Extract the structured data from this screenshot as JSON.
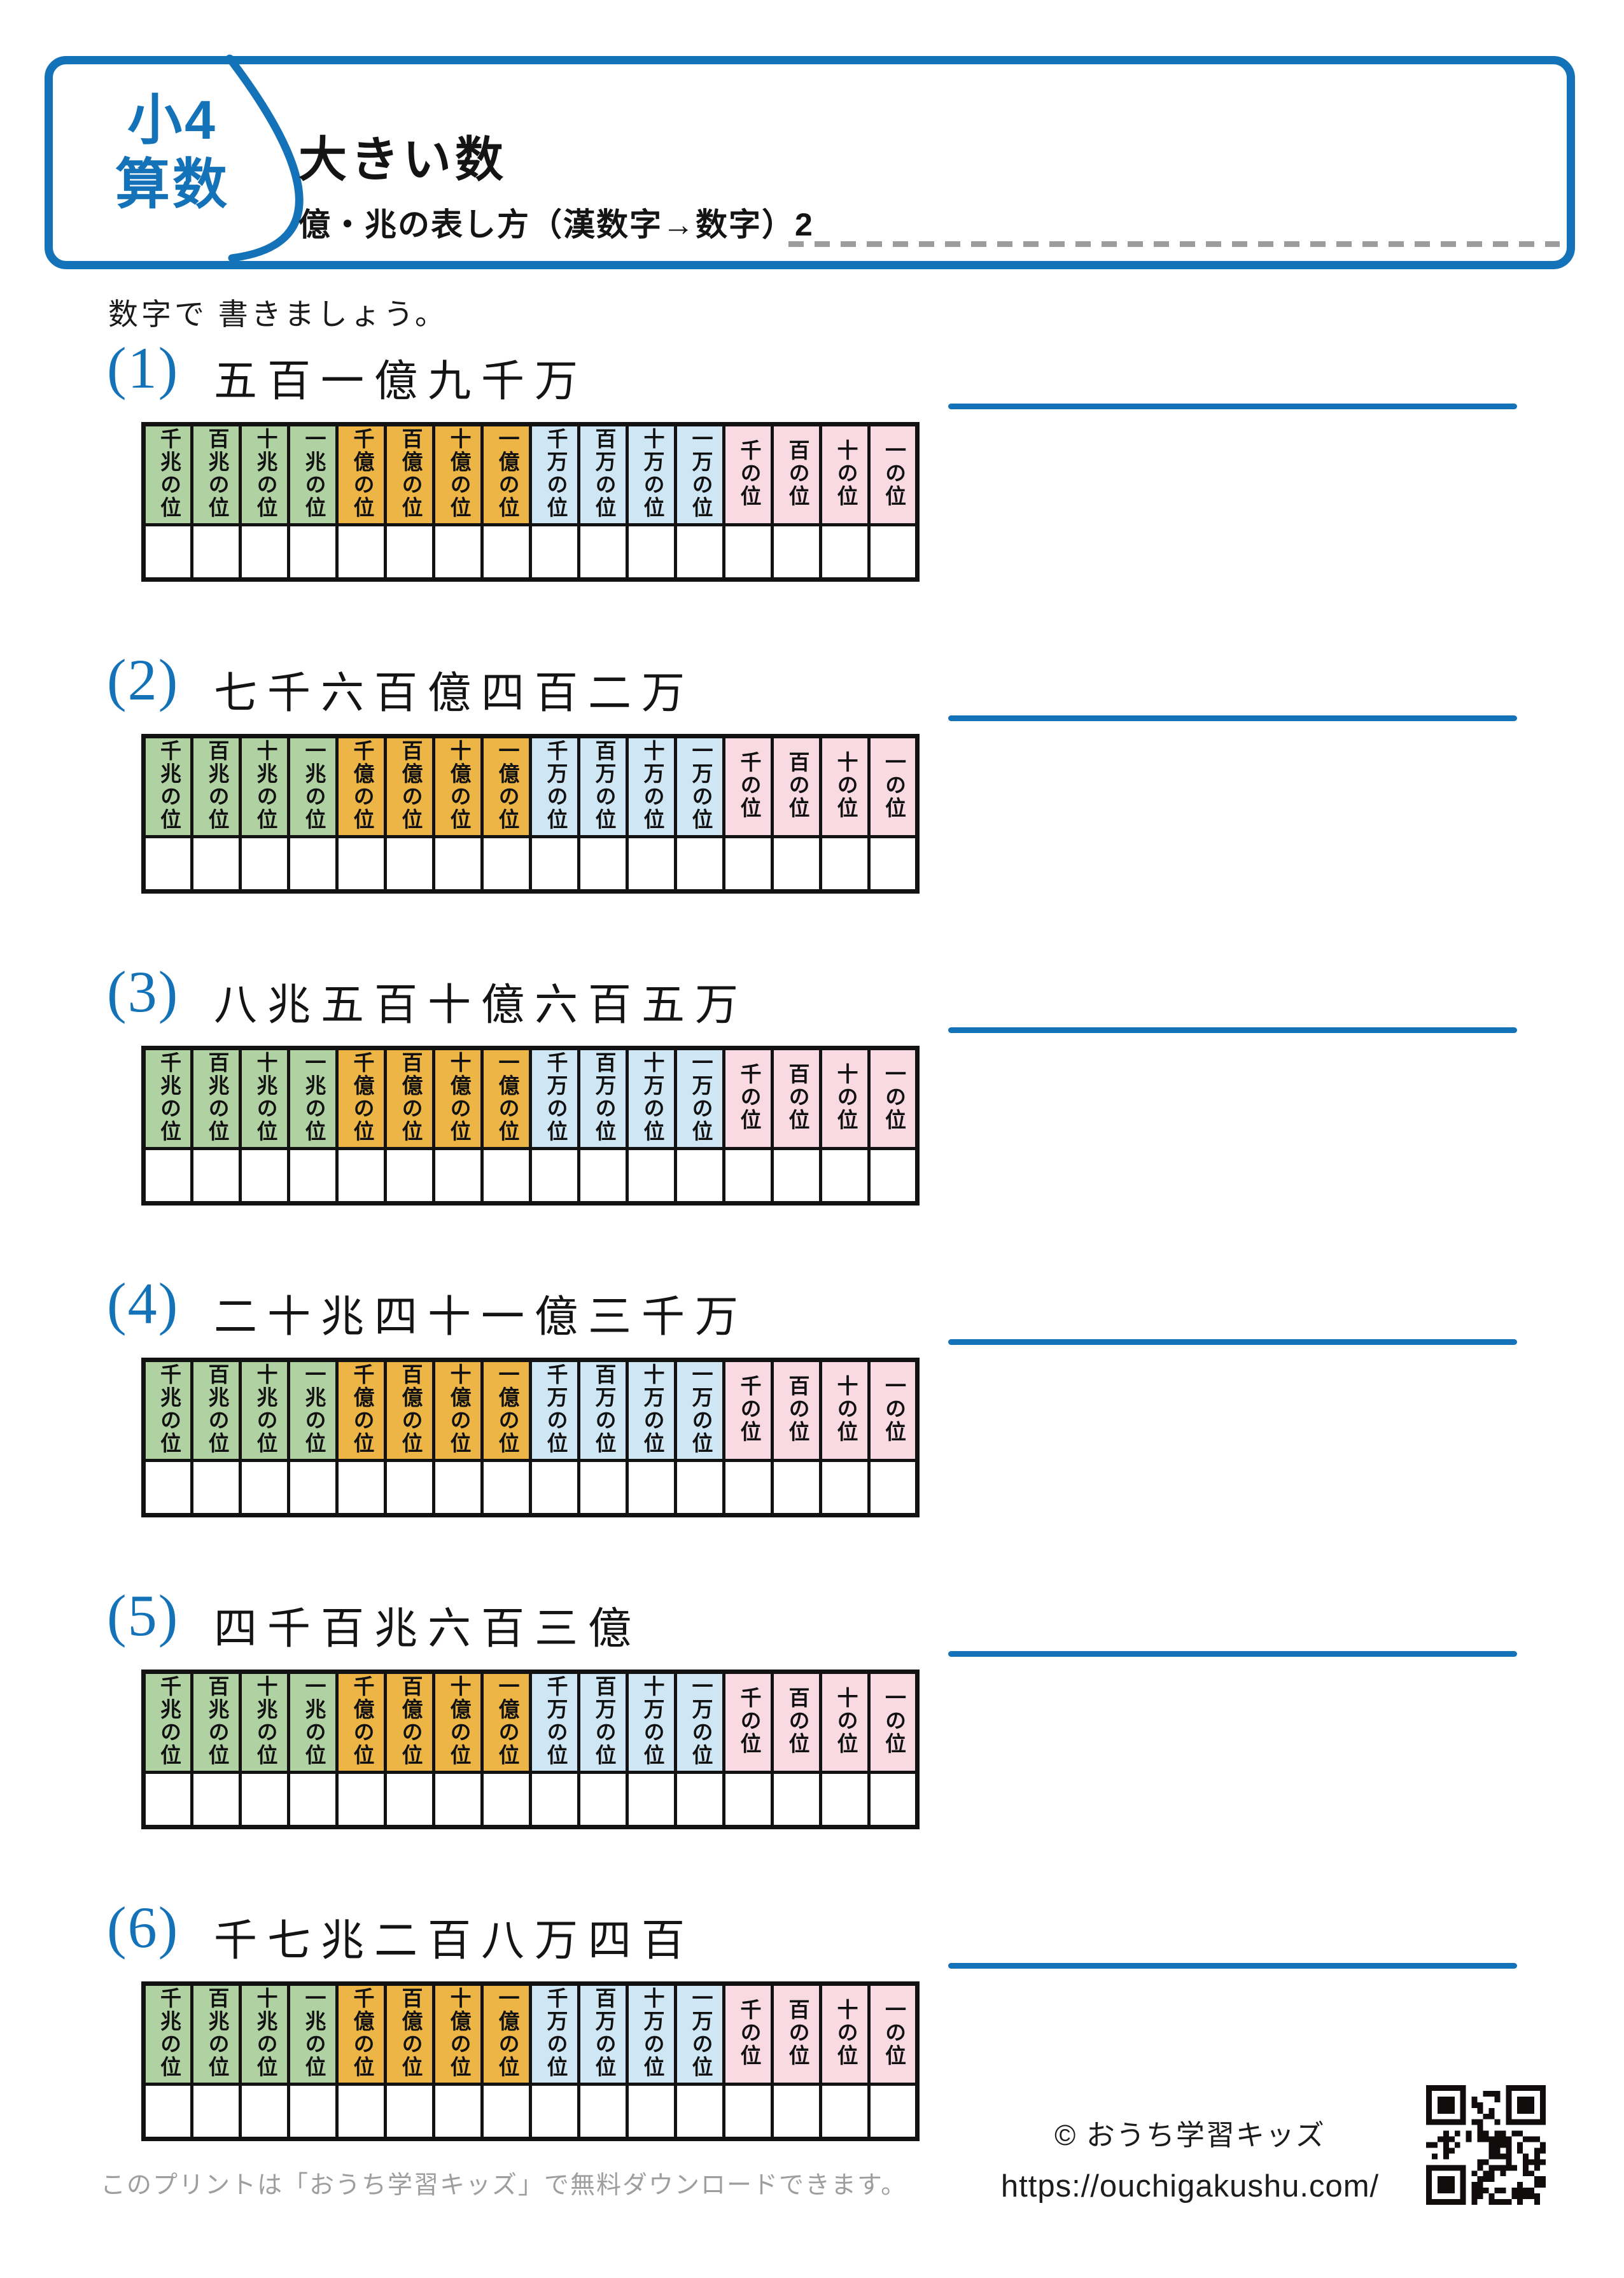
{
  "header": {
    "grade": "小4",
    "subject": "算数",
    "title": "大きい数",
    "subtitle": "億・兆の表し方（漢数字→数字）2"
  },
  "instruction": "数字で 書きましょう。",
  "place_value_columns": [
    {
      "label": "千兆の位",
      "color": "#b0d1a2"
    },
    {
      "label": "百兆の位",
      "color": "#b0d1a2"
    },
    {
      "label": "十兆の位",
      "color": "#b0d1a2"
    },
    {
      "label": "一兆の位",
      "color": "#b0d1a2"
    },
    {
      "label": "千億の位",
      "color": "#ecb545"
    },
    {
      "label": "百億の位",
      "color": "#ecb545"
    },
    {
      "label": "十億の位",
      "color": "#ecb545"
    },
    {
      "label": "一億の位",
      "color": "#ecb545"
    },
    {
      "label": "千万の位",
      "color": "#cfe7f5"
    },
    {
      "label": "百万の位",
      "color": "#cfe7f5"
    },
    {
      "label": "十万の位",
      "color": "#cfe7f5"
    },
    {
      "label": "一万の位",
      "color": "#cfe7f5"
    },
    {
      "label": "千の位",
      "color": "#f9dae3"
    },
    {
      "label": "百の位",
      "color": "#f9dae3"
    },
    {
      "label": "十の位",
      "color": "#f9dae3"
    },
    {
      "label": "一の位",
      "color": "#f9dae3"
    }
  ],
  "problems": [
    {
      "number": "(1)",
      "kanji": "五百一億九千万"
    },
    {
      "number": "(2)",
      "kanji": "七千六百億四百二万"
    },
    {
      "number": "(3)",
      "kanji": "八兆五百十億六百五万"
    },
    {
      "number": "(4)",
      "kanji": "二十兆四十一億三千万"
    },
    {
      "number": "(5)",
      "kanji": "四千百兆六百三億"
    },
    {
      "number": "(6)",
      "kanji": "千七兆二百八万四百"
    }
  ],
  "footer": {
    "note": "このプリントは「おうち学習キッズ」で無料ダウンロードできます。",
    "copyright": "© おうち学習キッズ",
    "url": "https://ouchigakushu.com/"
  },
  "colors": {
    "accent": "#1473b8",
    "trillion_group": "#b0d1a2",
    "hundred_million_group": "#ecb545",
    "ten_thousand_group": "#cfe7f5",
    "ones_group": "#f9dae3"
  }
}
